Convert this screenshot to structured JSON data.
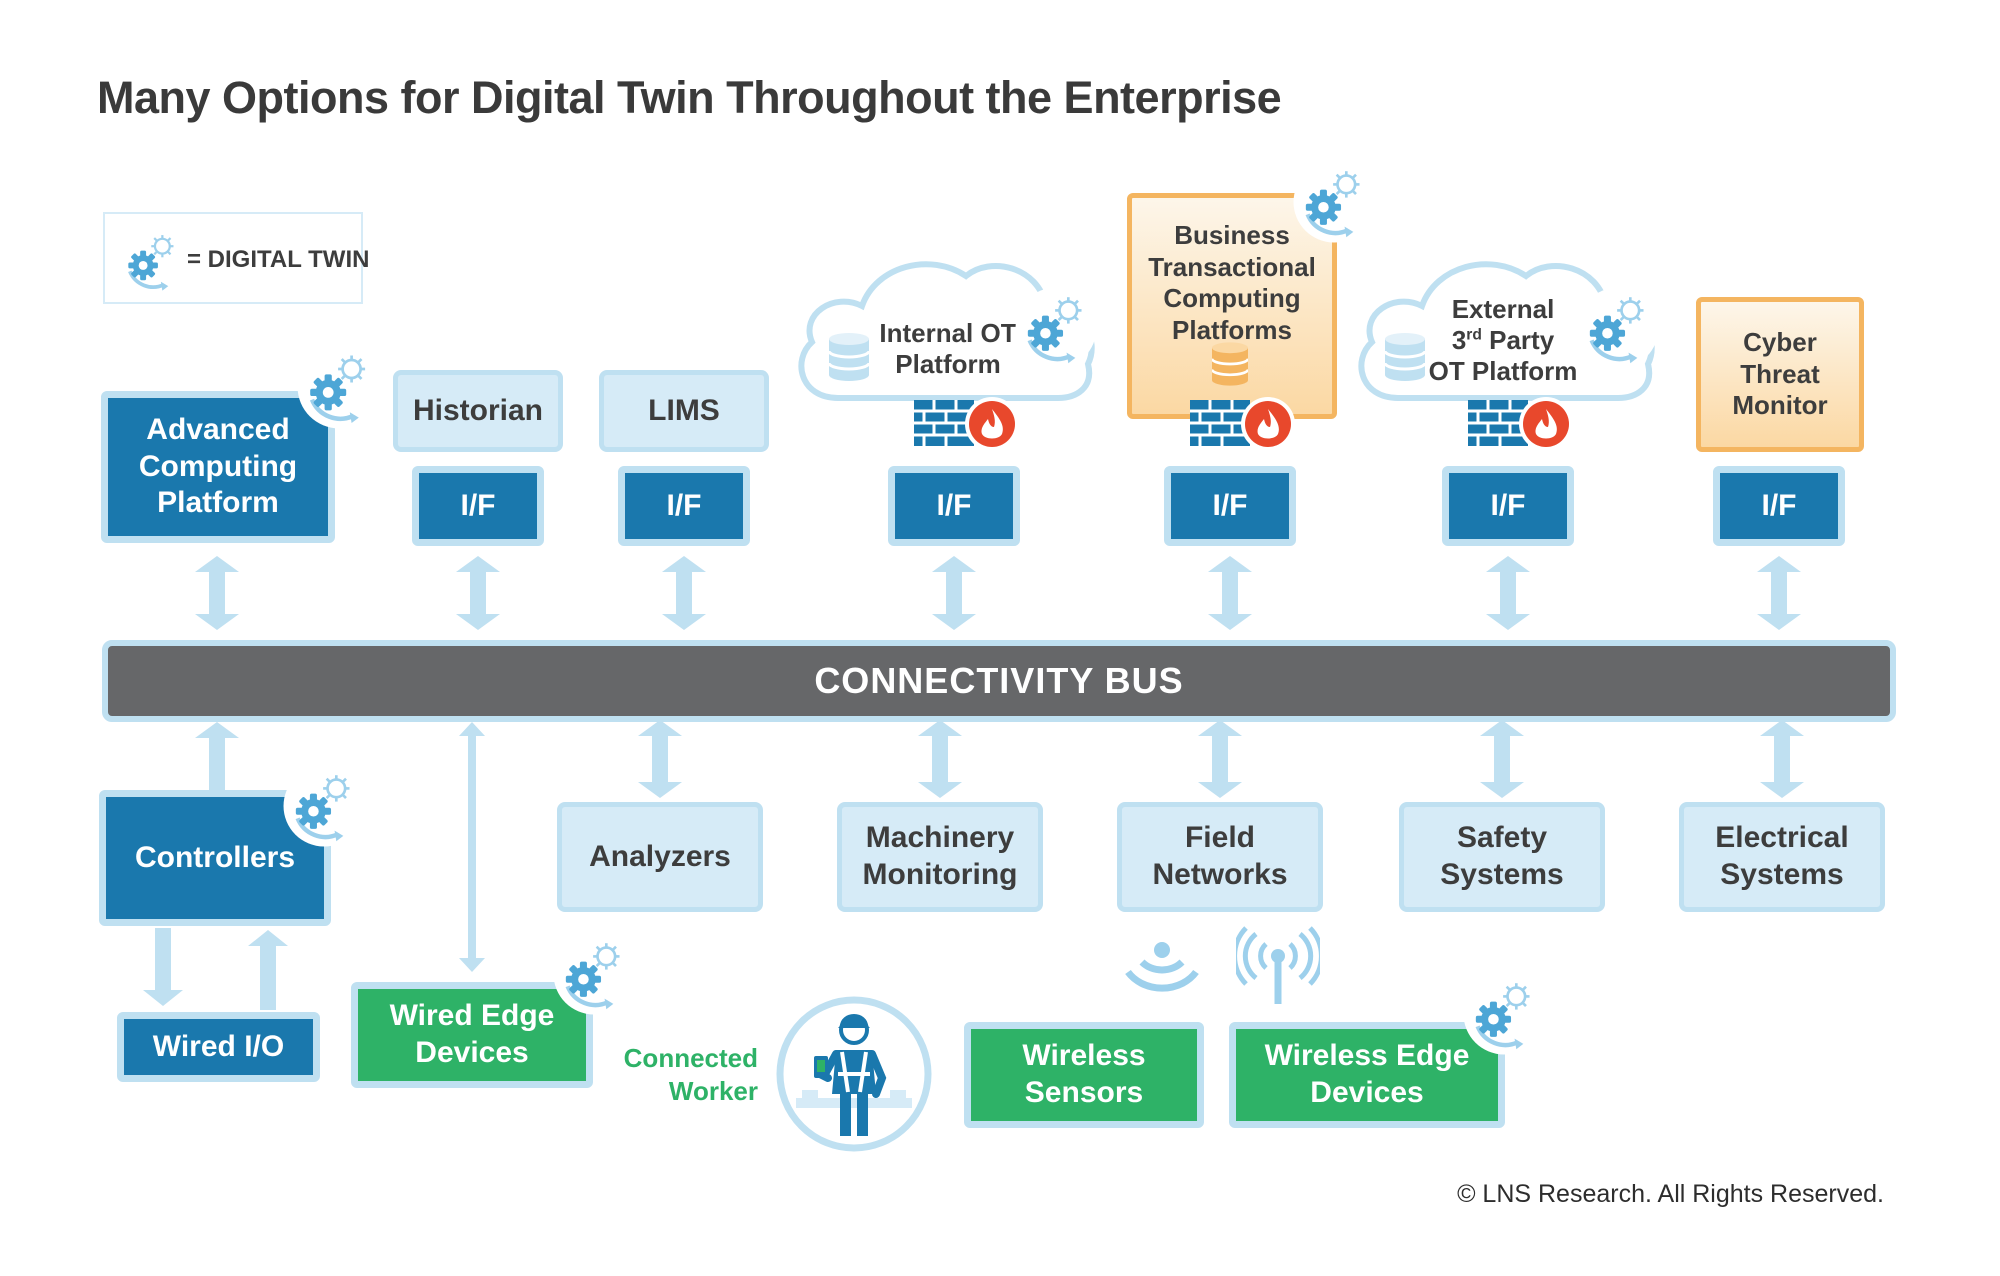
{
  "title": "Many Options for Digital Twin Throughout the Enterprise",
  "legend": {
    "label": "= DIGITAL TWIN",
    "icon": "digital-twin-gear-icon"
  },
  "bus": {
    "label": "CONNECTIVITY BUS"
  },
  "interface_label": "I/F",
  "top": {
    "advanced_computing": "Advanced Computing Platform",
    "historian": "Historian",
    "lims": "LIMS",
    "internal_ot_line1": "Internal OT",
    "internal_ot_line2": "Platform",
    "business_transactional": "Business Transactional Computing Platforms",
    "external_line1": "External",
    "external_line2_num": "3",
    "external_line2_sup": "rd",
    "external_line2_rest": " Party",
    "external_line3": "OT Platform",
    "cyber_threat": "Cyber Threat Monitor"
  },
  "bottom": {
    "controllers": "Controllers",
    "wired_io": "Wired I/O",
    "wired_edge": "Wired Edge Devices",
    "analyzers": "Analyzers",
    "machinery": "Machinery Monitoring",
    "field_networks": "Field Networks",
    "safety": "Safety Systems",
    "electrical": "Electrical Systems",
    "connected_worker_line1": "Connected",
    "connected_worker_line2": "Worker",
    "wireless_sensors": "Wireless Sensors",
    "wireless_edge": "Wireless Edge Devices"
  },
  "icons": [
    "database-icon",
    "firewall-icon",
    "flame-icon",
    "wifi-signal-icon",
    "antenna-icon",
    "worker-icon",
    "double-arrow-icon"
  ],
  "colors": {
    "dark_blue": "#1a78ad",
    "light_blue": "#d6ebf7",
    "border_blue": "#bfe0f1",
    "green": "#2eb267",
    "orange": "#f4b560",
    "bus_gray": "#666769",
    "firewall_red": "#e8482c"
  },
  "copyright": "© LNS Research. All Rights Reserved."
}
